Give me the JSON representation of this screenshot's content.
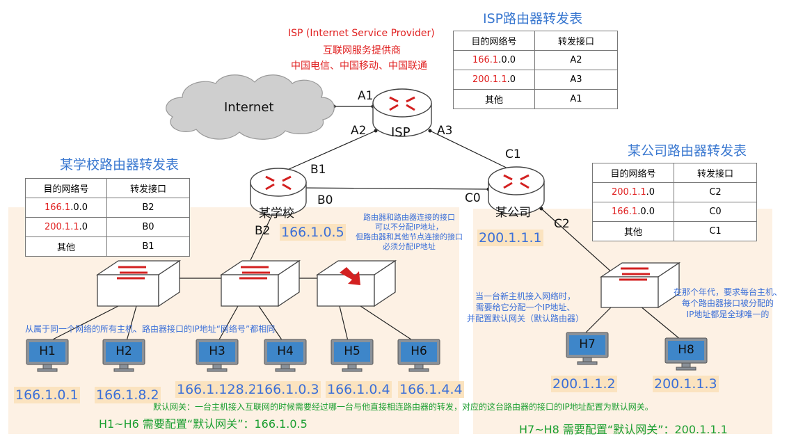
{
  "isp": {
    "line1": "ISP (Internet Service Provider)",
    "line2": "互联网服务提供商",
    "line3": "中国电信、中国移动、中国联通",
    "table_title": "ISP路由器转发表",
    "router_label": "ISP"
  },
  "internet_label": "Internet",
  "interfaces": {
    "A1": "A1",
    "A2": "A2",
    "A3": "A3",
    "B0": "B0",
    "B1": "B1",
    "B2": "B2",
    "C0": "C0",
    "C1": "C1",
    "C2": "C2"
  },
  "headers": {
    "net": "目的网络号",
    "port": "转发接口"
  },
  "isp_table": [
    {
      "net_red": "166.1",
      "net_rest": ".0.0",
      "port": "A2"
    },
    {
      "net_red": "200.1.1",
      "net_rest": ".0",
      "port": "A3"
    },
    {
      "net_red": "",
      "net_rest": "其他",
      "port": "A1"
    }
  ],
  "school": {
    "table_title": "某学校路由器转发表",
    "router_label": "某学校",
    "gw_ip_red": "166.1",
    "gw_ip_rest": ".0.5",
    "table": [
      {
        "net_red": "166.1",
        "net_rest": ".0.0",
        "port": "B2"
      },
      {
        "net_red": "200.1.1",
        "net_rest": ".0",
        "port": "B0"
      },
      {
        "net_red": "",
        "net_rest": "其他",
        "port": "B1"
      }
    ]
  },
  "company": {
    "table_title": "某公司路由器转发表",
    "router_label": "某公司",
    "gw_ip": "200.1.1.1",
    "table": [
      {
        "net_red": "200.1.1",
        "net_rest": ".0",
        "port": "C2"
      },
      {
        "net_red": "166.1",
        "net_rest": ".0.0",
        "port": "C0"
      },
      {
        "net_red": "",
        "net_rest": "其他",
        "port": "C1"
      }
    ]
  },
  "notes": {
    "router_link_1": "路由器和路由器连接的接口",
    "router_link_2": "可以不分配IP地址，",
    "router_link_3": "但路由器和其他节点连接的接口",
    "router_link_4": "必须分配IP地址",
    "same_net": "从属于同一个网络的所有主机、路由器接口的IP地址“网络号”都相同",
    "new_host_1": "当一台新主机接入网络时，",
    "new_host_2": "需要给它分配一个IP地址、",
    "new_host_3": "并配置默认网关（默认路由器）",
    "era_1": "在那个年代，要求每台主机、",
    "era_2": "每个路由器接口被分配的",
    "era_3": "IP地址都是全球唯一的",
    "default_gw": "默认网关：一台主机接入互联网的时候需要经过哪一台与他直接相连路由器的转发，对应的这台路由器的接口的IP地址配置为默认网关。",
    "h1h6": "H1~H6 需要配置“默认网关”：166.1.0.5",
    "h7h8": "H7~H8 需要配置“默认网关”：200.1.1.1"
  },
  "hosts": [
    {
      "name": "H1",
      "ip_red": "",
      "ip": "166.1.0.1"
    },
    {
      "name": "H2",
      "ip_red": "",
      "ip": "166.1.8.2"
    },
    {
      "name": "H3",
      "ip_red": "",
      "ip": "166.1.128.2"
    },
    {
      "name": "H4",
      "ip_red": "",
      "ip": "166.1.0.3"
    },
    {
      "name": "H5",
      "ip_red": "",
      "ip": "166.1.0.4"
    },
    {
      "name": "H6",
      "ip_red": "",
      "ip": "166.1.4.4"
    },
    {
      "name": "H7",
      "ip_red": "",
      "ip": "200.1.1.2"
    },
    {
      "name": "H8",
      "ip_red": "",
      "ip": "200.1.1.3"
    }
  ],
  "colors": {
    "red": "#e02020",
    "blue": "#3b6fd8",
    "green": "#1a9e2f",
    "zone": "#fdf1e4",
    "ip_bg": "#fbe3bf"
  }
}
